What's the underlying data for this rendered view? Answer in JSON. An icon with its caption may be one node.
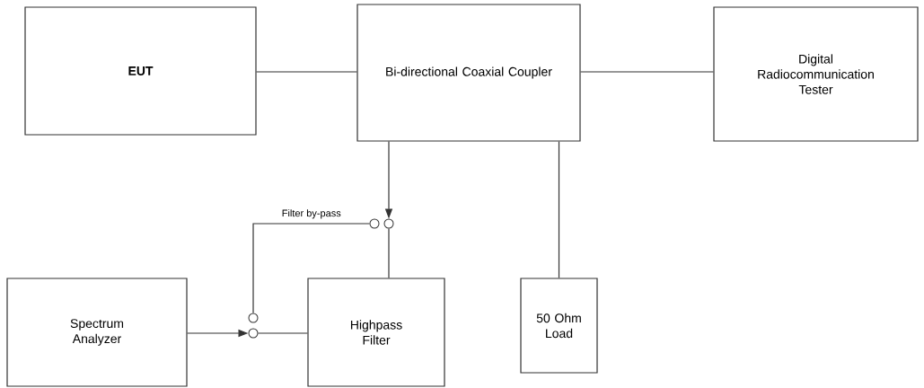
{
  "diagram": {
    "nodes": [
      {
        "text": [
          "EUT"
        ]
      },
      {
        "text": [
          "Bi-directional Coaxial Coupler"
        ]
      },
      {
        "text": [
          "Digital Radiocommunication Tester"
        ]
      },
      {
        "text": [],
        "shape": "circle"
      },
      {
        "text": [],
        "shape": "circle"
      },
      {
        "text": [
          "Spectrum Analyzer"
        ]
      },
      {
        "text": [],
        "shape": "circle"
      },
      {
        "text": [],
        "shape": "circle"
      },
      {
        "text": [
          "Highpass Filter"
        ]
      },
      {
        "text": [
          "50 Ohm Load"
        ]
      }
    ],
    "edges": [
      {
        "from": 0,
        "to": 1,
        "arrow": "none"
      },
      {
        "from": 1,
        "to": 2,
        "arrow": "none"
      },
      {
        "from": 1,
        "to": 4,
        "arrow": "to"
      },
      {
        "from": 3,
        "to": 6,
        "arrow": "none",
        "label": "Filter by-pass"
      },
      {
        "from": 4,
        "to": 8,
        "arrow": "none"
      },
      {
        "from": 5,
        "to": 7,
        "arrow": "to"
      },
      {
        "from": 7,
        "to": 8,
        "arrow": "none"
      },
      {
        "from": 1,
        "to": 9,
        "arrow": "none"
      }
    ]
  }
}
